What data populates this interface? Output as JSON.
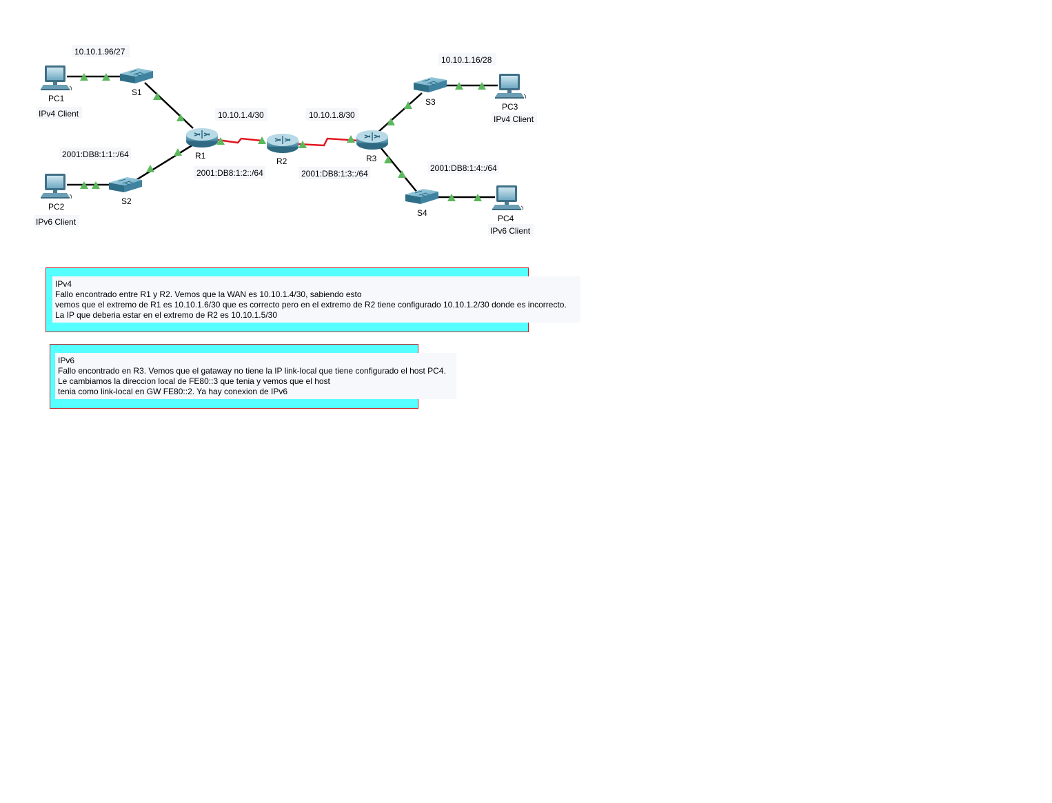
{
  "devices": {
    "pc1": {
      "name": "PC1",
      "label": "IPv4 Client"
    },
    "pc2": {
      "name": "PC2",
      "label": "IPv6 Client"
    },
    "pc3": {
      "name": "PC3",
      "label": "IPv4 Client"
    },
    "pc4": {
      "name": "PC4",
      "label": "IPv6 Client"
    },
    "s1": {
      "name": "S1"
    },
    "s2": {
      "name": "S2"
    },
    "s3": {
      "name": "S3"
    },
    "s4": {
      "name": "S4"
    },
    "r1": {
      "name": "R1"
    },
    "r2": {
      "name": "R2"
    },
    "r3": {
      "name": "R3"
    }
  },
  "networks": {
    "lan1": "10.10.1.96/27",
    "lan2": "2001:DB8:1:1::/64",
    "lan3": "10.10.1.16/28",
    "lan4": "2001:DB8:1:4::/64",
    "wan1_v4": "10.10.1.4/30",
    "wan2_v4": "10.10.1.8/30",
    "wan1_v6": "2001:DB8:1:2::/64",
    "wan2_v6": "2001:DB8:1:3::/64"
  },
  "colors": {
    "link_copper": "#000000",
    "link_serial": "#e0141e",
    "link_up": "#5cb85c",
    "note_bg": "#55ffff",
    "note_border": "#c0282c",
    "note_text_bg": "#f6f8fc"
  },
  "icons": {
    "pc": "desktop-computer-icon",
    "switch": "switch-icon",
    "router": "router-icon",
    "link_status": "link-up-triangle-icon"
  },
  "notes": {
    "ipv4": {
      "lines": [
        "IPv4",
        "Fallo encontrado entre R1 y R2. Vemos que la WAN es 10.10.1.4/30, sabiendo esto",
        "vemos que el extremo de R1 es 10.10.1.6/30 que es correcto pero en el extremo de R2 tiene configurado 10.10.1.2/30 donde es incorrecto.",
        "La IP que deberia estar en el extremo de R2 es 10.10.1.5/30"
      ]
    },
    "ipv6": {
      "lines": [
        "IPv6",
        "Fallo encontrado en R3. Vemos que el gataway no tiene la IP link-local que tiene configurado el host PC4.",
        "Le cambiamos la direccion local de FE80::3 que tenia y vemos que el host",
        "tenia como link-local en GW FE80::2. Ya hay conexion de IPv6"
      ]
    }
  }
}
